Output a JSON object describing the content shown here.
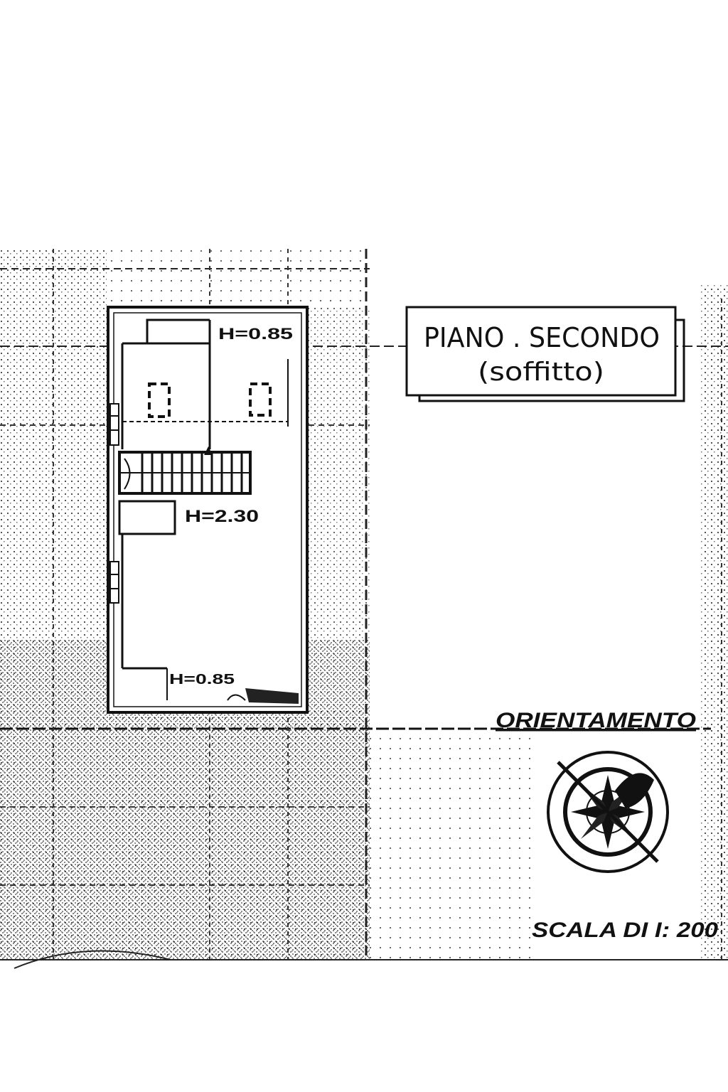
{
  "title_block": {
    "line1": "PIANO . SECONDO",
    "line2": "(soffitto)"
  },
  "heights": {
    "top_right_room": "H=0.85",
    "landing": "H=2.30",
    "bottom": "H=0.85"
  },
  "orientation_label": "ORIENTAMENTO",
  "scale_label": "SCALA DI I: 200",
  "icons": {
    "compass": "compass-rose-icon"
  }
}
